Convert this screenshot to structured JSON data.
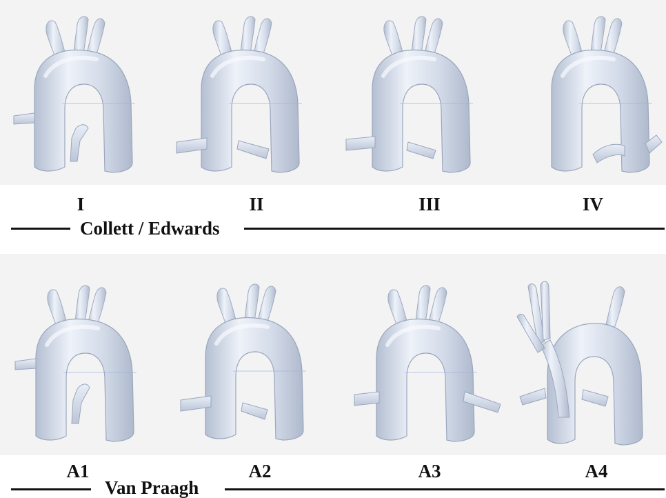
{
  "classifications": [
    {
      "name": "Collett / Edwards",
      "types": [
        "I",
        "II",
        "III",
        "IV"
      ]
    },
    {
      "name": "Van Praagh",
      "types": [
        "A1",
        "A2",
        "A3",
        "A4"
      ]
    }
  ],
  "colors": {
    "vessel_fill": "#d3dbe9",
    "vessel_shadow": "#a9b4c8",
    "vessel_highlight": "#f4f7fc",
    "background_band": "#f3f3f3",
    "text": "#111111"
  }
}
